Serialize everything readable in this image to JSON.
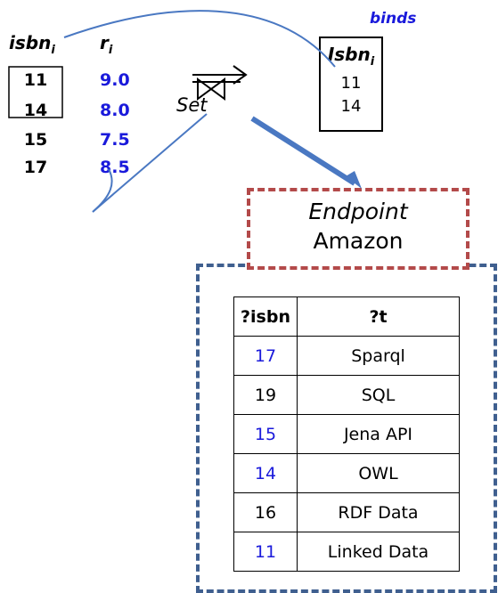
{
  "left_table": {
    "key_header": "isbn",
    "key_sub": "i",
    "rate_header": "r",
    "rate_sub": "i",
    "rows": [
      {
        "isbn": "11",
        "r": "9.0"
      },
      {
        "isbn": "14",
        "r": "8.0"
      },
      {
        "isbn": "15",
        "r": "7.5"
      },
      {
        "isbn": "17",
        "r": "8.5"
      }
    ]
  },
  "binds": {
    "label": "binds",
    "header": "Isbn",
    "header_sub": "i",
    "values": [
      "11",
      "14"
    ]
  },
  "operator": {
    "label": "Set"
  },
  "endpoint": {
    "title": "Endpoint",
    "name": "Amazon"
  },
  "results": {
    "headers": [
      "?isbn",
      "?t"
    ],
    "rows": [
      {
        "isbn": "17",
        "t": "Sparql",
        "matched": true
      },
      {
        "isbn": "19",
        "t": "SQL",
        "matched": false
      },
      {
        "isbn": "15",
        "t": "Jena API",
        "matched": true
      },
      {
        "isbn": "14",
        "t": "OWL",
        "matched": true
      },
      {
        "isbn": "16",
        "t": "RDF Data",
        "matched": false
      },
      {
        "isbn": "11",
        "t": "Linked Data",
        "matched": true
      }
    ]
  },
  "colors": {
    "blue_value": "#1a1adb",
    "endpoint_border": "#b34a4a",
    "outer_border": "#3f5f8f",
    "connector": "#4a78c2"
  }
}
